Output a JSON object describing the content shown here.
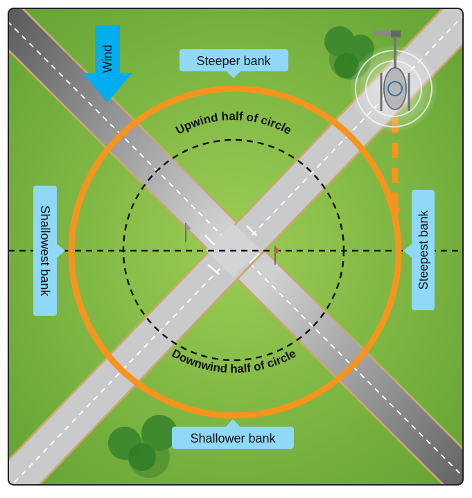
{
  "labels": {
    "wind": "Wind",
    "steeper_bank": "Steeper bank",
    "shallower_bank": "Shallower bank",
    "shallowest_bank": "Shallowest bank",
    "steepest_bank": "Steepest bank",
    "upwind_half": "Upwind half of circle",
    "downwind_half": "Downwind half of circle"
  },
  "colors": {
    "grass_light": "#8cc63f",
    "grass_dark": "#5a9e2f",
    "runway": "#6d6e71",
    "runway_light": "#c9cacc",
    "runway_edge": "#c8a96a",
    "orange_path": "#f7941d",
    "label_bg": "#8fd8f8",
    "wind_arrow": "#00aeef",
    "tree": "#3f8a2e",
    "frame": "#231f20"
  },
  "icons": {
    "wind_arrow": "down-arrow-icon",
    "helicopter": "helicopter-icon",
    "windsock": "windsock-icon"
  }
}
